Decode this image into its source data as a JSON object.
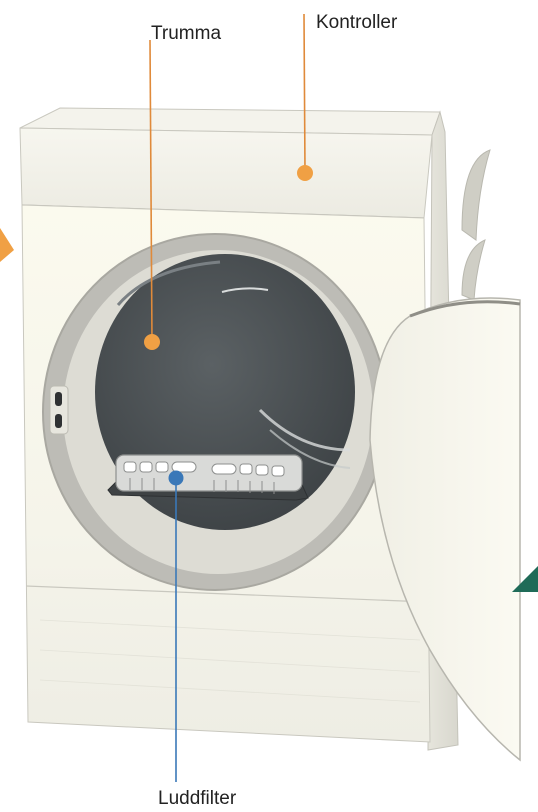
{
  "labels": {
    "drum": "Trumma",
    "controls": "Kontroller",
    "lint_filter": "Luddfilter"
  },
  "colors": {
    "drum_callout": "#e08a3a",
    "controls_callout": "#e08a3a",
    "lint_filter_callout": "#3a78b8",
    "drum_interior": "#4f5558",
    "cabinet": "#f3f2ea",
    "accent_orange": "#f0a044",
    "accent_green": "#1f6b58"
  }
}
